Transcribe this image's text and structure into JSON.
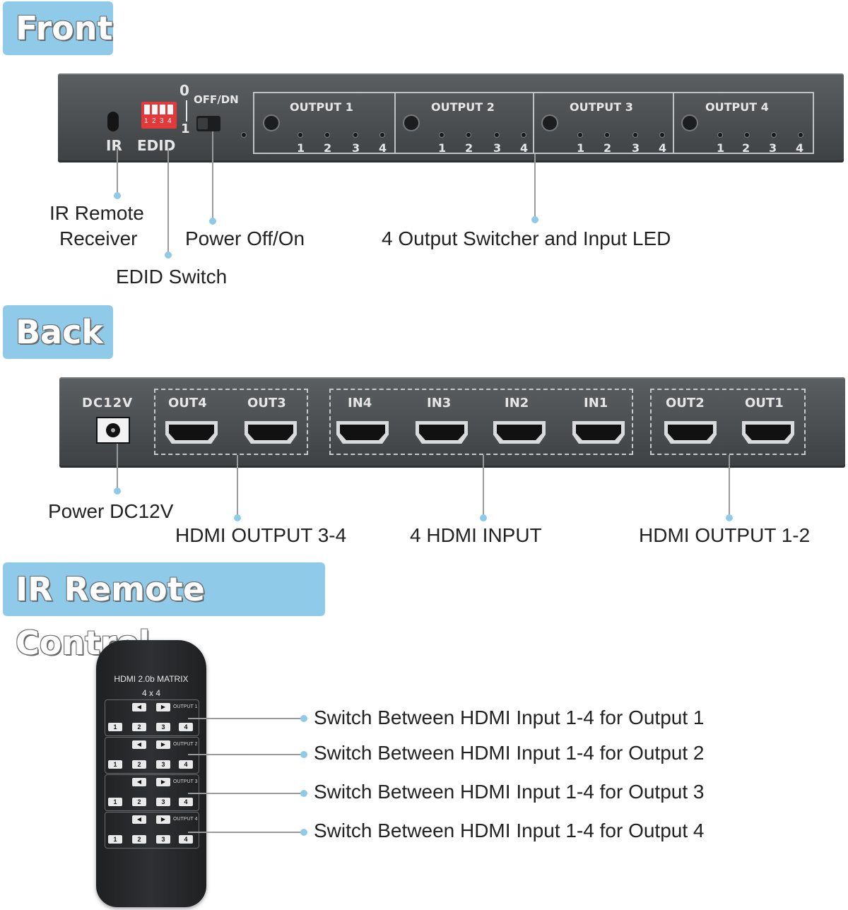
{
  "sections": {
    "front": "Front",
    "back": "Back",
    "remote": "IR Remote Control"
  },
  "front_panel": {
    "ir": "IR",
    "edid": "EDID",
    "dip_numbers": [
      "1",
      "2",
      "3",
      "4"
    ],
    "dip_zero": "0",
    "dip_one": "1",
    "power_label": "OFF/DN",
    "outputs": [
      "OUTPUT 1",
      "OUTPUT 2",
      "OUTPUT 3",
      "OUTPUT 4"
    ],
    "led_numbers": [
      "1",
      "2",
      "3",
      "4"
    ]
  },
  "front_callouts": {
    "ir_receiver_line1": "IR Remote",
    "ir_receiver_line2": "Receiver",
    "power": "Power Off/On",
    "edid_switch": "EDID Switch",
    "switcher": "4 Output Switcher and Input LED"
  },
  "back_panel": {
    "dc": "DC12V",
    "ports": [
      "OUT4",
      "OUT3",
      "IN4",
      "IN3",
      "IN2",
      "IN1",
      "OUT2",
      "OUT1"
    ]
  },
  "back_callouts": {
    "power_dc": "Power DC12V",
    "hdmi_out_34": "HDMI OUTPUT 3-4",
    "hdmi_input": "4 HDMI INPUT",
    "hdmi_out_12": "HDMI OUTPUT 1-2"
  },
  "remote": {
    "title_line1": "HDMI  2.0b MATRIX",
    "title_line2": "4 x 4",
    "groups": [
      {
        "label": "OUTPUT 1",
        "keys": [
          "1",
          "2",
          "3",
          "4"
        ]
      },
      {
        "label": "OUTPUT 2",
        "keys": [
          "1",
          "2",
          "3",
          "4"
        ]
      },
      {
        "label": "OUTPUT 3",
        "keys": [
          "1",
          "2",
          "3",
          "4"
        ]
      },
      {
        "label": "OUTPUT 4",
        "keys": [
          "1",
          "2",
          "3",
          "4"
        ]
      }
    ],
    "left_arrow": "◀",
    "right_arrow": "▶"
  },
  "remote_callouts": [
    "Switch Between HDMI Input 1-4 for Output 1",
    "Switch Between HDMI Input 1-4 for Output 2",
    "Switch Between HDMI Input 1-4 for Output 3",
    "Switch Between HDMI Input 1-4 for Output 4"
  ],
  "colors": {
    "tag_bg": "#8fcbe8",
    "device": "#4a4d50",
    "callout_dot": "#8fcbe8"
  }
}
